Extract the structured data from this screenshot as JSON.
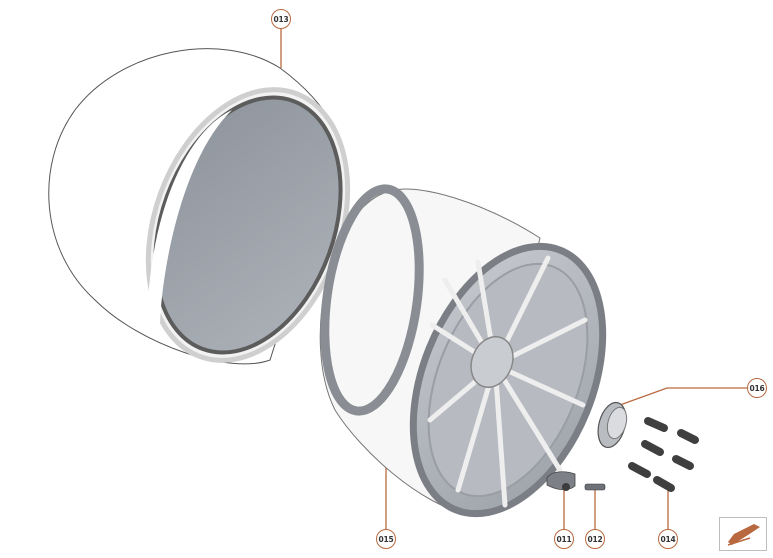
{
  "diagram": {
    "type": "exploded-parts-view",
    "subject": "wheel and tire assembly",
    "accent_color": "#b8693f",
    "parts": [
      {
        "id": "013",
        "label": "013",
        "part": "tire"
      },
      {
        "id": "015",
        "label": "015",
        "part": "wheel rim"
      },
      {
        "id": "011",
        "label": "011",
        "part": "tire pressure sensor"
      },
      {
        "id": "012",
        "label": "012",
        "part": "valve"
      },
      {
        "id": "014",
        "label": "014",
        "part": "wheel bolts"
      },
      {
        "id": "016",
        "label": "016",
        "part": "center lock / hub cap"
      }
    ]
  },
  "nav": {
    "icon": "arrow-back-icon"
  }
}
